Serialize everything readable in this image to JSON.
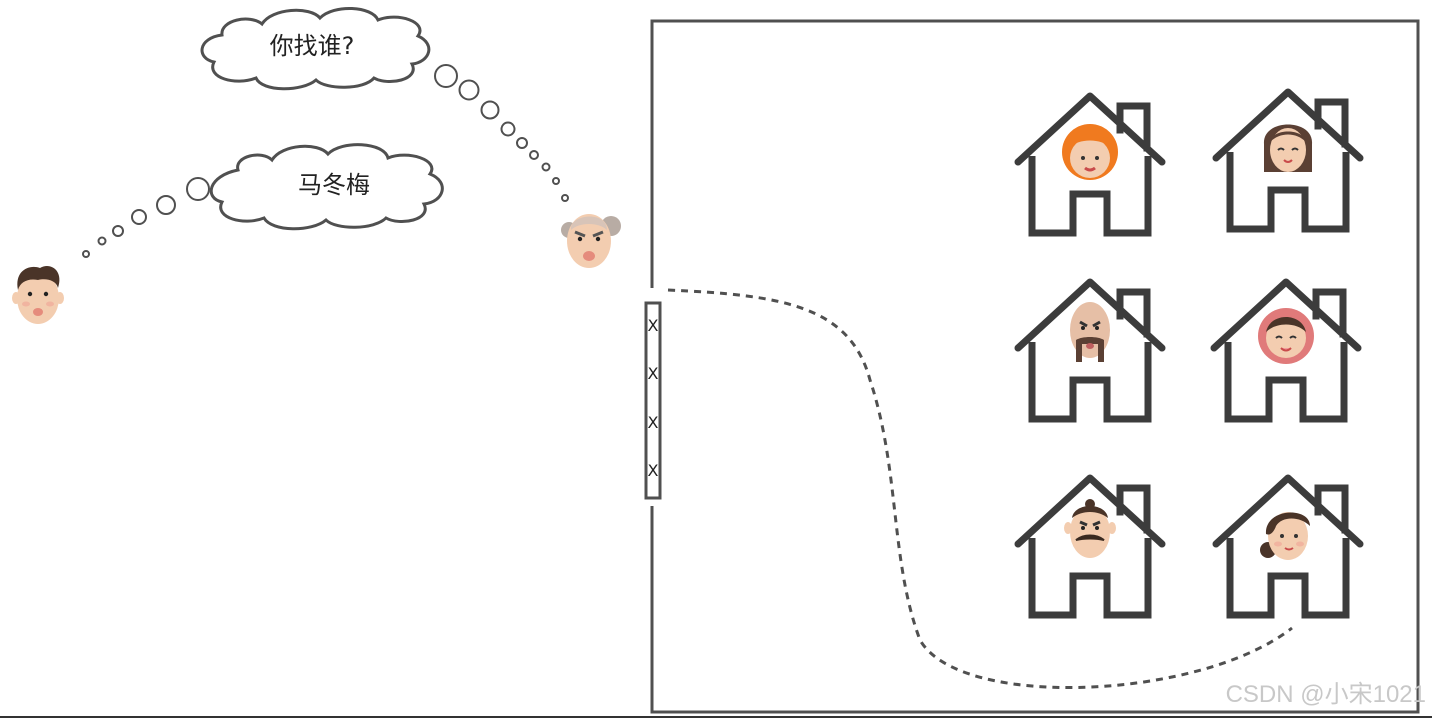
{
  "bubbles": {
    "question": "你找谁?",
    "answer": "马冬梅"
  },
  "gate": {
    "marks": [
      "X",
      "X",
      "X",
      "X"
    ]
  },
  "watermark": "CSDN @小宋1021",
  "colors": {
    "line": "#505050",
    "house": "#3c3c3c",
    "skin": "#f3cdb0",
    "hair_dark": "#4a3428",
    "hair_orange": "#f07a1f",
    "hair_grey": "#b8aca4",
    "accent_red": "#e07a7a",
    "watermark": "#c8c8c8"
  },
  "icons": {
    "visitor": "young-man-avatar-icon",
    "guard": "old-man-avatar-icon",
    "houses": [
      "house-orange-hair-woman-icon",
      "house-long-hair-woman-icon",
      "house-bald-mustache-man-icon",
      "house-red-hood-woman-icon",
      "house-mustache-man-icon",
      "house-ponytail-woman-icon"
    ]
  }
}
